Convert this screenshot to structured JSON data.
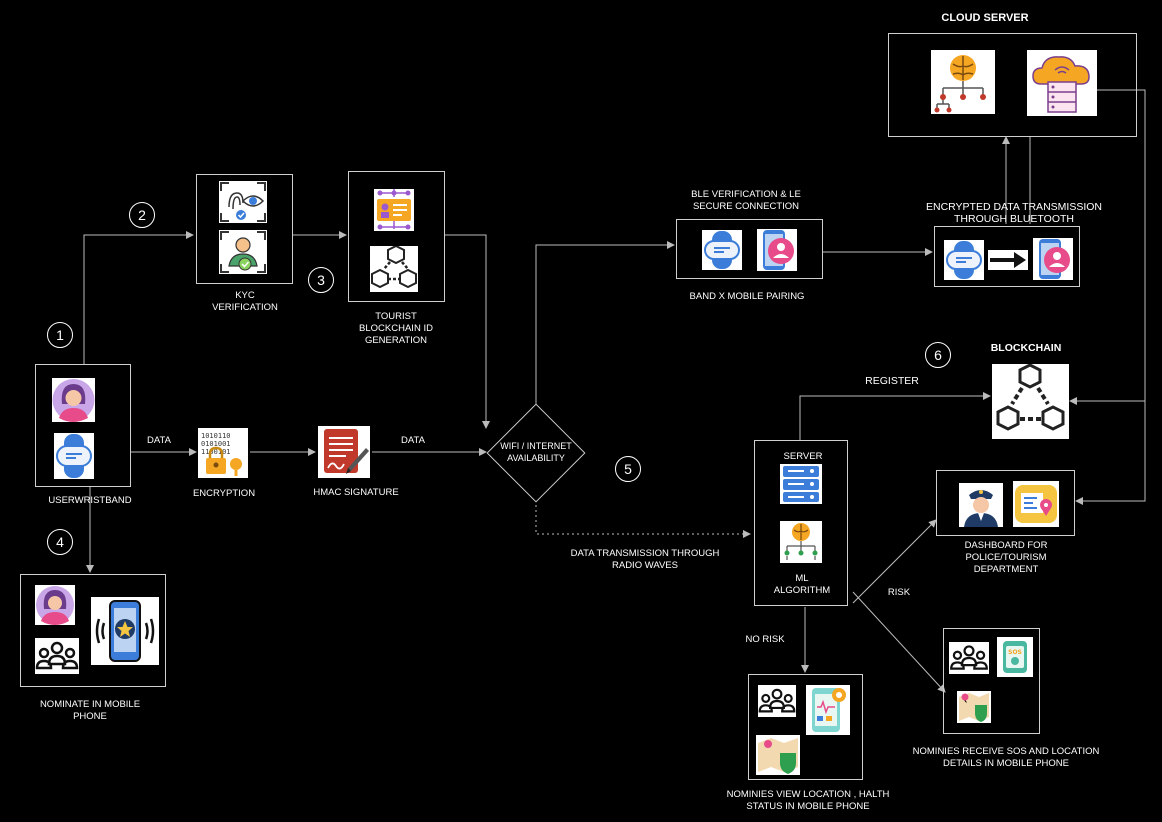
{
  "labels": {
    "cloud_server": "CLOUD SERVER",
    "kyc": [
      "KYC",
      "VERIFICATION"
    ],
    "tourist_id": [
      "TOURIST",
      "BLOCKCHAIN ID",
      "GENERATION"
    ],
    "ble": [
      "BLE VERIFICATION & LE",
      "SECURE CONNECTION"
    ],
    "band_pairing": "BAND X MOBILE PAIRING",
    "encrypted_bt": [
      "ENCRYPTED DATA TRANSMISSION",
      "THROUGH BLUETOOTH"
    ],
    "user_wristband": "USERWRISTBAND",
    "data_1": "DATA",
    "encryption": "ENCRYPTION",
    "hmac": "HMAC SIGNATURE",
    "data_2": "DATA",
    "wifi": [
      "WIFI / INTERNET",
      "AVAILABILITY"
    ],
    "blockchain": "BLOCKCHAIN",
    "register": "REGISTER",
    "server": "SERVER",
    "ml": [
      "ML",
      "ALGORITHM"
    ],
    "dashboard": [
      "DASHBOARD FOR",
      "POLICE/TOURISM",
      "DEPARTMENT"
    ],
    "radio": [
      "DATA TRANSMISSION THROUGH",
      "RADIO WAVES"
    ],
    "risk": "RISK",
    "no_risk": "NO RISK",
    "nominate": [
      "NOMINATE IN MOBILE",
      "PHONE"
    ],
    "nominees_sos": [
      "NOMINIES RECEIVE SOS AND LOCATION",
      "DETAILS IN MOBILE PHONE"
    ],
    "nominees_view": [
      "NOMINIES VIEW LOCATION , HALTH",
      "STATUS IN MOBILE PHONE"
    ]
  },
  "steps": [
    "1",
    "2",
    "3",
    "4",
    "5",
    "6"
  ],
  "colors": {
    "background": "#000000",
    "stroke": "#cfcfcf",
    "accent_blue": "#3b7dd8",
    "accent_pink": "#e84b8a",
    "accent_orange": "#f5a623",
    "accent_green": "#2e9e4f",
    "accent_red": "#c0392b"
  },
  "icons": [
    "woman-avatar-icon",
    "smart-band-icon",
    "fingerprint-eye-icon",
    "face-scan-icon",
    "id-card-icon",
    "blockchain-cubes-icon",
    "binary-lock-icon",
    "signature-doc-icon",
    "brain-network-icon",
    "cloud-server-icon",
    "phone-profile-icon",
    "arrow-right-icon",
    "server-rack-icon",
    "police-officer-icon",
    "location-map-icon",
    "group-people-icon",
    "phone-star-icon",
    "sos-watch-icon",
    "health-phone-icon"
  ]
}
